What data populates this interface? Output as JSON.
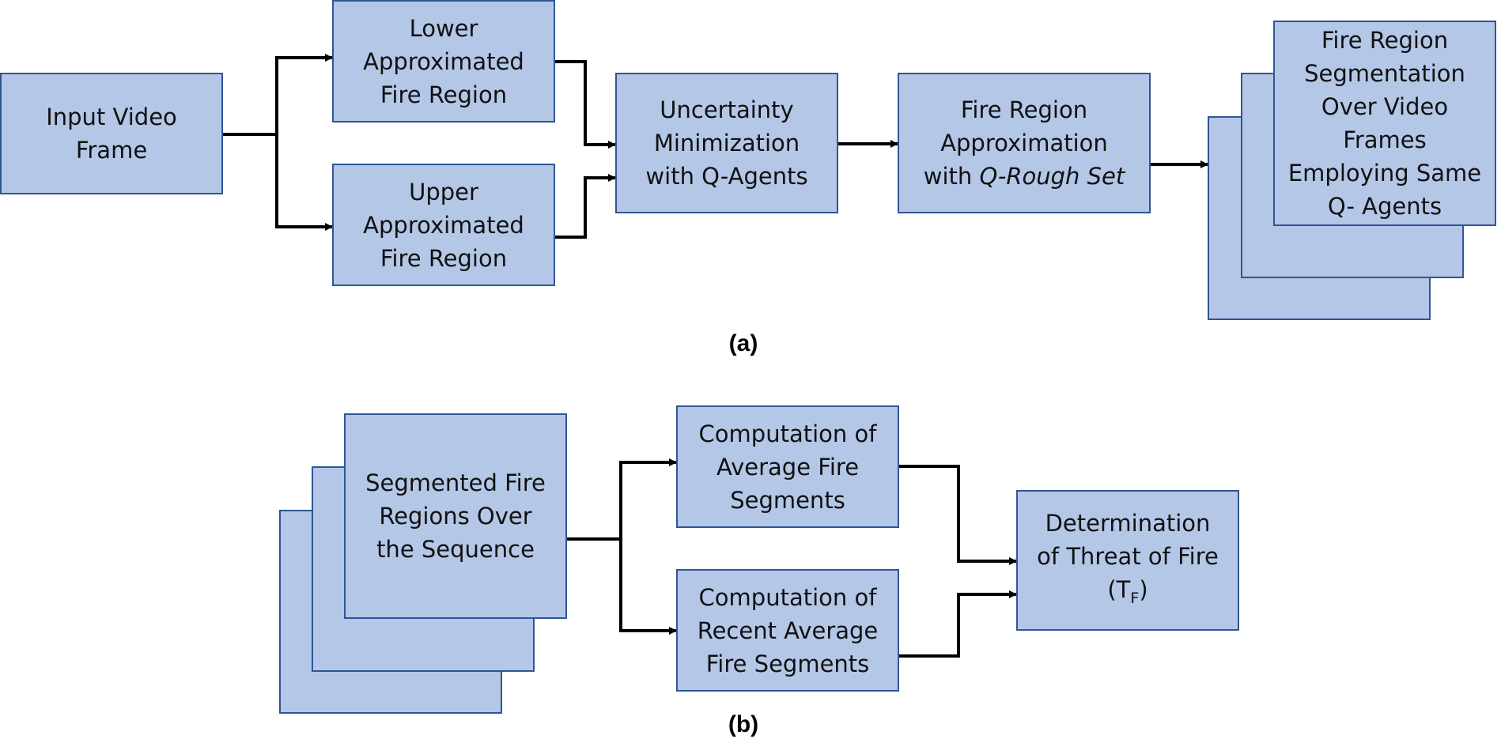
{
  "panel_a": {
    "caption": "(a)",
    "input": "Input Video\nFrame",
    "lower": "Lower\nApproximated\nFire Region",
    "upper": "Upper\nApproximated\nFire Region",
    "uncertainty": "Uncertainty\nMinimization\nwith Q-Agents",
    "approx_line1": "Fire Region\nApproximation\nwith ",
    "approx_emph": "Q-Rough Set",
    "segmentation": "Fire Region\nSegmentation\nOver Video\nFrames\nEmploying Same\nQ- Agents"
  },
  "panel_b": {
    "caption": "(b)",
    "segmented": "Segmented Fire\nRegions Over\nthe Sequence",
    "average": "Computation of\nAverage Fire\nSegments",
    "recent": "Computation of\nRecent Average\nFire Segments",
    "threat_text": "Determination\nof Threat of Fire\n(T",
    "threat_sub": "F",
    "threat_close": ")"
  }
}
